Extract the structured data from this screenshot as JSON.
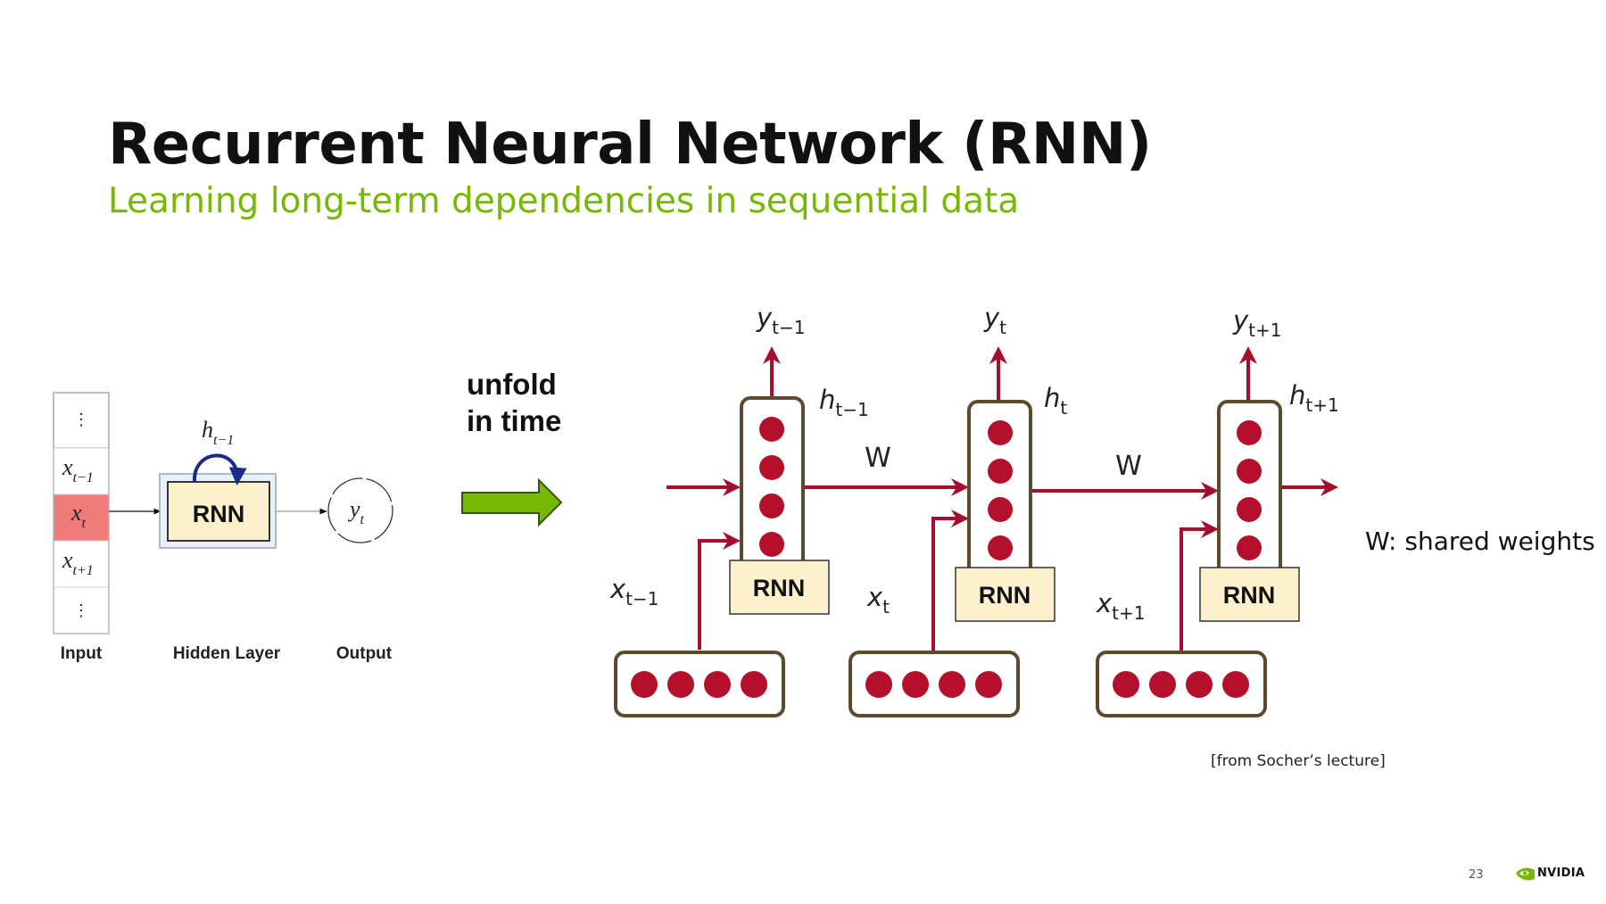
{
  "slide": {
    "title": "Recurrent Neural Network (RNN)",
    "subtitle": "Learning long-term dependencies in sequential data",
    "page_number": "23",
    "brand": "NVIDIA",
    "credit": "[from Socher’s lecture]"
  },
  "left_diagram": {
    "input_cells": [
      "⋮",
      "x",
      "x",
      "x",
      "⋮"
    ],
    "input_subscripts": [
      "",
      "t−1",
      "t",
      "t+1",
      ""
    ],
    "hidden_label": "h",
    "hidden_label_sub": "t−1",
    "rnn_label": "RNN",
    "output_label": "y",
    "output_label_sub": "t",
    "captions": {
      "input": "Input",
      "hidden": "Hidden Layer",
      "output": "Output"
    }
  },
  "unfold": {
    "line1": "unfold",
    "line2": "in time"
  },
  "unrolled": {
    "steps": [
      {
        "y": "y",
        "y_sub": "t−1",
        "h": "h",
        "h_sub": "t−1",
        "x": "x",
        "x_sub": "t−1",
        "rnn": "RNN"
      },
      {
        "y": "y",
        "y_sub": "t",
        "h": "h",
        "h_sub": "t",
        "x": "x",
        "x_sub": "t",
        "rnn": "RNN"
      },
      {
        "y": "y",
        "y_sub": "t+1",
        "h": "h",
        "h_sub": "t+1",
        "x": "x",
        "x_sub": "t+1",
        "rnn": "RNN"
      }
    ],
    "weight_labels": [
      "W",
      "W"
    ],
    "shared_weights_note": "W: shared weights"
  },
  "colors": {
    "accent_green": "#76b900",
    "arrow_red": "#a50f2d",
    "node_red": "#b5102b",
    "box_border": "#5b4a2e",
    "rnn_fill": "#fdf0cc",
    "highlight_red": "#f07a7a",
    "recurrent_arrow_blue": "#1a2a8a"
  }
}
